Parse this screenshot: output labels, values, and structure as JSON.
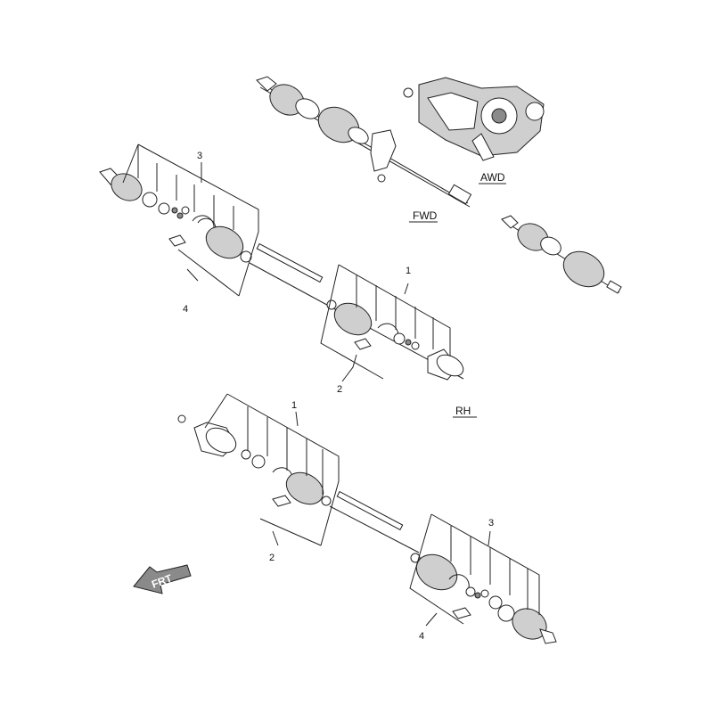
{
  "labels": {
    "awd": "AWD",
    "fwd": "FWD",
    "rh": "RH",
    "frt": "FRT"
  },
  "callouts": {
    "top_left_3": "3",
    "top_left_4": "4",
    "top_mid_1": "1",
    "top_mid_2": "2",
    "bottom_1": "1",
    "bottom_2": "2",
    "bottom_3": "3",
    "bottom_4": "4"
  },
  "colors": {
    "line": "#222222",
    "shade": "#cfcfcf",
    "dark": "#8a8a8a",
    "background": "#ffffff"
  }
}
